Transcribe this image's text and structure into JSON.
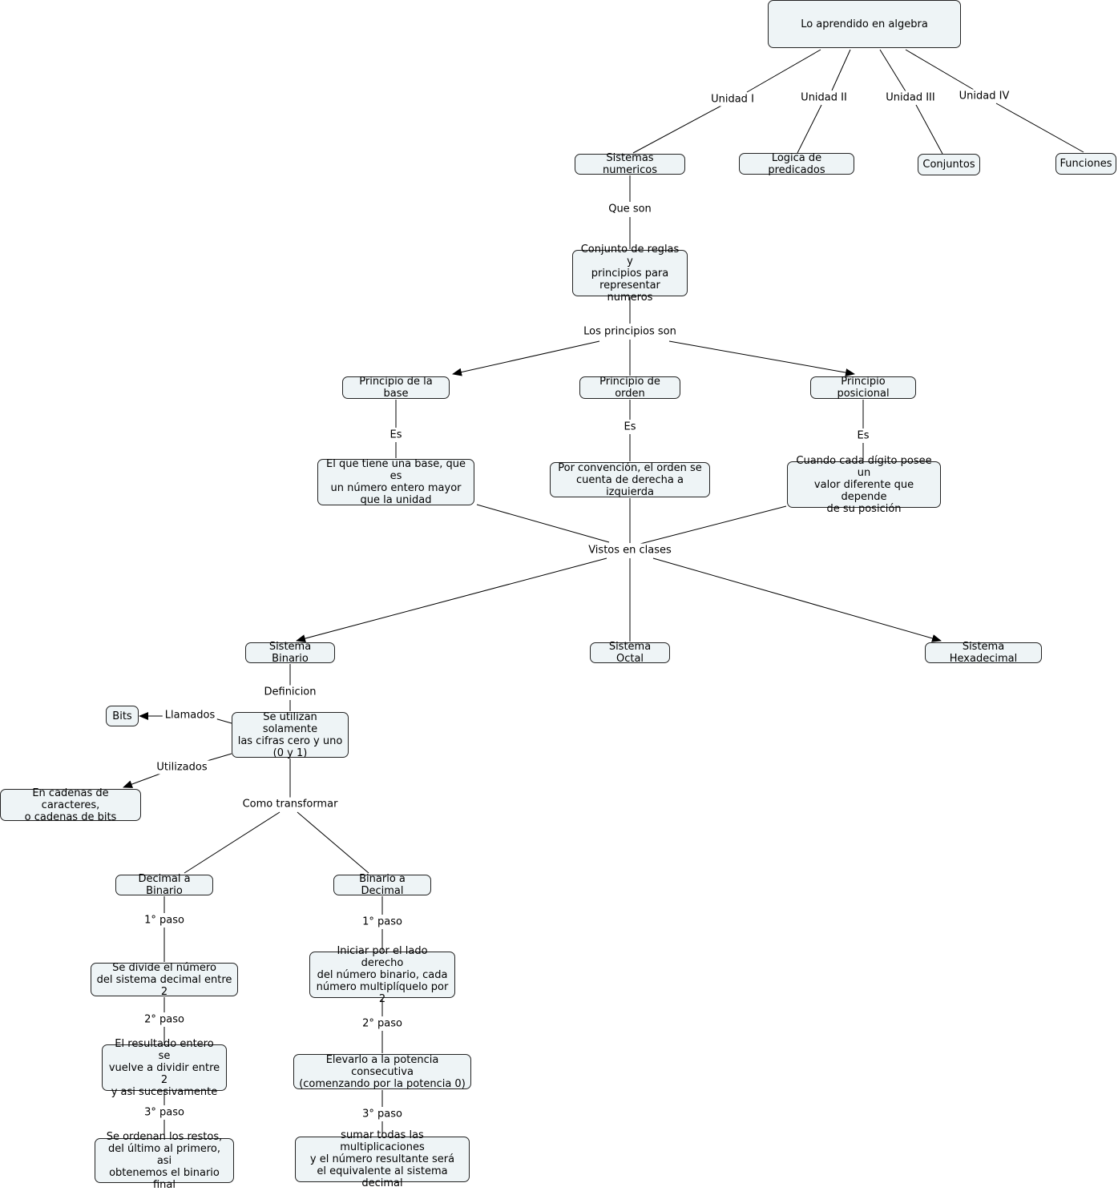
{
  "nodes": {
    "root": "Lo aprendido en algebra",
    "sistemas": "Sistemas numericos",
    "logica": "Logica de predicados",
    "conjuntos": "Conjuntos",
    "funciones": "Funciones",
    "conjunto_reglas": "Conjunto de reglas y\nprincipios para\nrepresentar numeros",
    "p_base": "Principio de la base",
    "p_orden": "Principio de orden",
    "p_posicional": "Principio posicional",
    "base_def": "El que tiene una base, que es\nun número entero mayor\nque la unidad",
    "orden_def": "Por convención, el orden se\ncuenta de derecha a izquierda",
    "posicional_def": "Cuando cada dígito posee un\nvalor diferente que depende\nde su posición",
    "binario": "Sistema Binario",
    "octal": "Sistema Octal",
    "hexadecimal": "Sistema Hexadecimal",
    "cifras": "Se utilizan solamente\nlas cifras cero y uno\n(0 y 1)",
    "bits": "Bits",
    "cadenas": "En cadenas de caracteres,\no cadenas de bits",
    "dec_bin": "Decimal a Binario",
    "bin_dec": "Binario a Decimal",
    "db1": "Se divide el número\ndel sistema decimal entre 2",
    "db2": "El resultado entero se\nvuelve a dividir entre 2\ny asi sucesivamente",
    "db3": "Se ordenan los restos,\ndel último al primero, asi\nobtenemos el binario final",
    "bd1": "Iniciar por el lado derecho\ndel número binario, cada\nnúmero multiplíquelo por 2",
    "bd2": "Elevarlo a la potencia consecutiva\n(comenzando por la potencia 0)",
    "bd3": "sumar todas las multiplicaciones\ny el número resultante será\nel equivalente al sistema decimal"
  },
  "links": {
    "unidad1": "Unidad I",
    "unidad2": "Unidad II",
    "unidad3": "Unidad III",
    "unidad4": "Unidad IV",
    "que_son": "Que son",
    "principios_son": "Los principios son",
    "es_base": "Es",
    "es_orden": "Es",
    "es_posicional": "Es",
    "vistos": "Vistos en clases",
    "definicion": "Definicion",
    "llamados": "Llamados",
    "utilizados": "Utilizados",
    "como_transformar": "Como transformar",
    "db_paso1": "1° paso",
    "db_paso2": "2° paso",
    "db_paso3": "3° paso",
    "bd_paso1": "1° paso",
    "bd_paso2": "2° paso",
    "bd_paso3": "3° paso"
  },
  "colors": {
    "node_fill": "#eef4f6",
    "node_border": "#222222",
    "edge": "#000000"
  }
}
